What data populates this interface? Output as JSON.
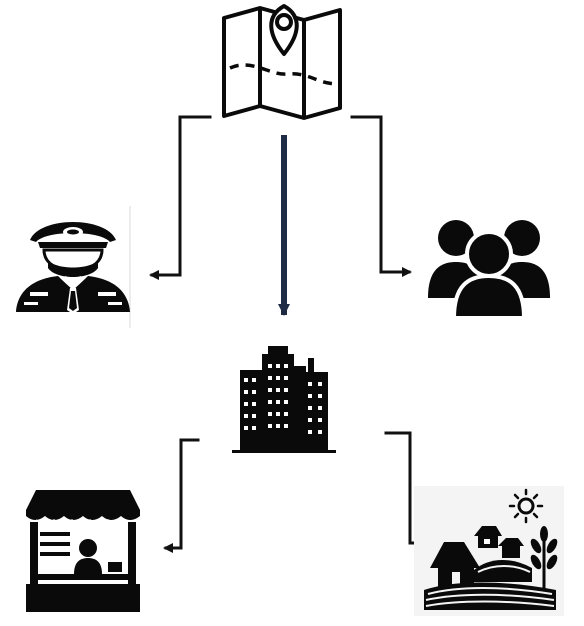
{
  "diagram": {
    "nodes": [
      {
        "id": "map",
        "icon": "map-location-icon"
      },
      {
        "id": "police",
        "icon": "police-officer-icon"
      },
      {
        "id": "people",
        "icon": "people-group-icon"
      },
      {
        "id": "city",
        "icon": "city-buildings-icon"
      },
      {
        "id": "market",
        "icon": "market-stall-icon"
      },
      {
        "id": "village",
        "icon": "rural-village-icon"
      }
    ],
    "edges": [
      {
        "from": "map",
        "to": "police"
      },
      {
        "from": "map",
        "to": "city"
      },
      {
        "from": "map",
        "to": "people"
      },
      {
        "from": "city",
        "to": "market"
      },
      {
        "from": "city",
        "to": "village"
      }
    ],
    "colors": {
      "line": "#111111",
      "center_arrow": "#1f2a44",
      "icon": "#0a0a0a"
    }
  }
}
